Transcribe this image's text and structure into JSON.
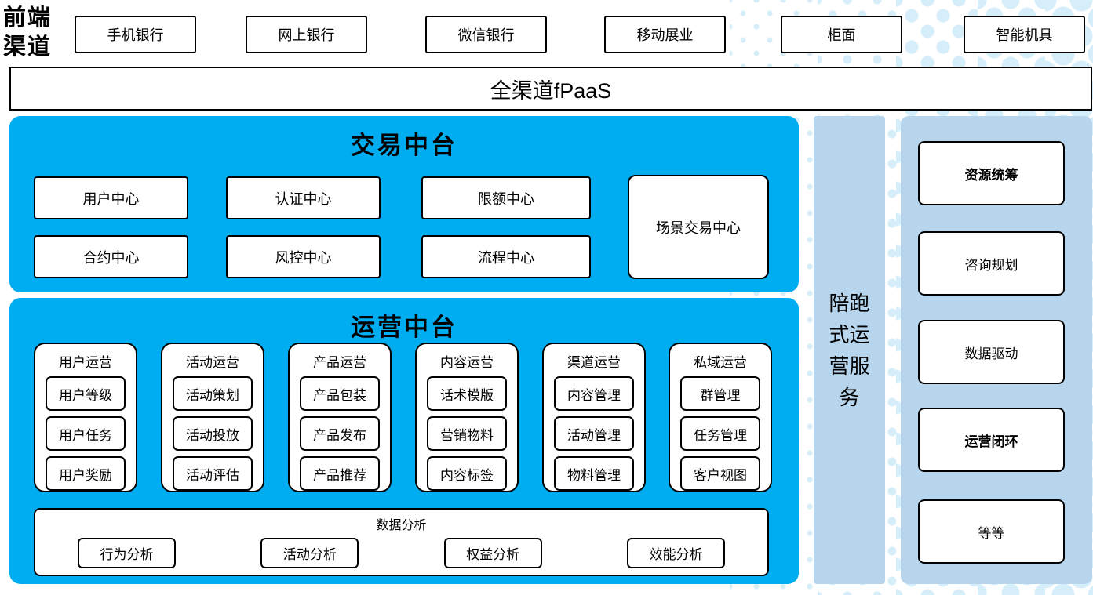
{
  "front_channels": {
    "label": "前端渠道",
    "items": [
      "手机银行",
      "网上银行",
      "微信银行",
      "移动展业",
      "柜面",
      "智能机具"
    ]
  },
  "fpaas": {
    "label": "全渠道fPaaS"
  },
  "transaction": {
    "title": "交易中台",
    "row1": [
      "用户中心",
      "认证中心",
      "限额中心"
    ],
    "row2": [
      "合约中心",
      "风控中心",
      "流程中心"
    ],
    "tall_box": "场景交易中心"
  },
  "operations": {
    "title": "运营中台",
    "groups": [
      {
        "header": "用户运营",
        "items": [
          "用户等级",
          "用户任务",
          "用户奖励"
        ]
      },
      {
        "header": "活动运营",
        "items": [
          "活动策划",
          "活动投放",
          "活动评估"
        ]
      },
      {
        "header": "产品运营",
        "items": [
          "产品包装",
          "产品发布",
          "产品推荐"
        ]
      },
      {
        "header": "内容运营",
        "items": [
          "话术模版",
          "营销物料",
          "内容标签"
        ]
      },
      {
        "header": "渠道运营",
        "items": [
          "内容管理",
          "活动管理",
          "物料管理"
        ]
      },
      {
        "header": "私域运营",
        "items": [
          "群管理",
          "任务管理",
          "客户视图"
        ]
      }
    ],
    "analysis": {
      "header": "数据分析",
      "items": [
        "行为分析",
        "活动分析",
        "权益分析",
        "效能分析"
      ]
    }
  },
  "companion_bar": {
    "label": "陪跑式运营服务"
  },
  "services": {
    "items": [
      {
        "label": "资源统筹",
        "bold": true
      },
      {
        "label": "咨询规划",
        "bold": false
      },
      {
        "label": "数据驱动",
        "bold": false
      },
      {
        "label": "运营闭环",
        "bold": true
      },
      {
        "label": "等等",
        "bold": false
      }
    ]
  },
  "colors": {
    "accent_blue": "#00ADF0",
    "panel_light_blue": "#B7D6EE",
    "dot_pattern_blue": "#D6EEFA",
    "box_border": "#000000"
  }
}
